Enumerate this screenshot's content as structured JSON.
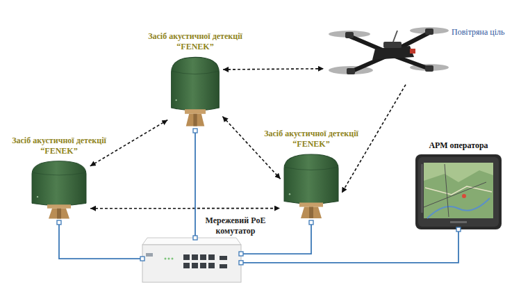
{
  "diagram": {
    "nodes": [
      {
        "text": [
          "Засіб акустичної детекції “FENEK”"
        ]
      },
      {
        "text": [
          "Повітряна ціль"
        ]
      },
      {
        "text": [
          "Засіб акустичної детекції “FENEK”"
        ]
      },
      {
        "text": [
          "Засіб акустичної детекції “FENEK”"
        ]
      },
      {
        "text": [
          "Мережевий PoE комутатор"
        ]
      },
      {
        "text": [
          "АРМ оператора"
        ]
      }
    ],
    "edges": [
      {
        "from": 0,
        "to": 1,
        "arrow": "both"
      },
      {
        "from": 1,
        "to": 3,
        "arrow": "to"
      },
      {
        "from": 0,
        "to": 2,
        "arrow": "both"
      },
      {
        "from": 0,
        "to": 3,
        "arrow": "both"
      },
      {
        "from": 2,
        "to": 3,
        "arrow": "both"
      },
      {
        "from": 2,
        "to": 4,
        "arrow": "none"
      },
      {
        "from": 0,
        "to": 4,
        "arrow": "none"
      },
      {
        "from": 3,
        "to": 4,
        "arrow": "none"
      },
      {
        "from": 5,
        "to": 4,
        "arrow": "none"
      }
    ]
  }
}
